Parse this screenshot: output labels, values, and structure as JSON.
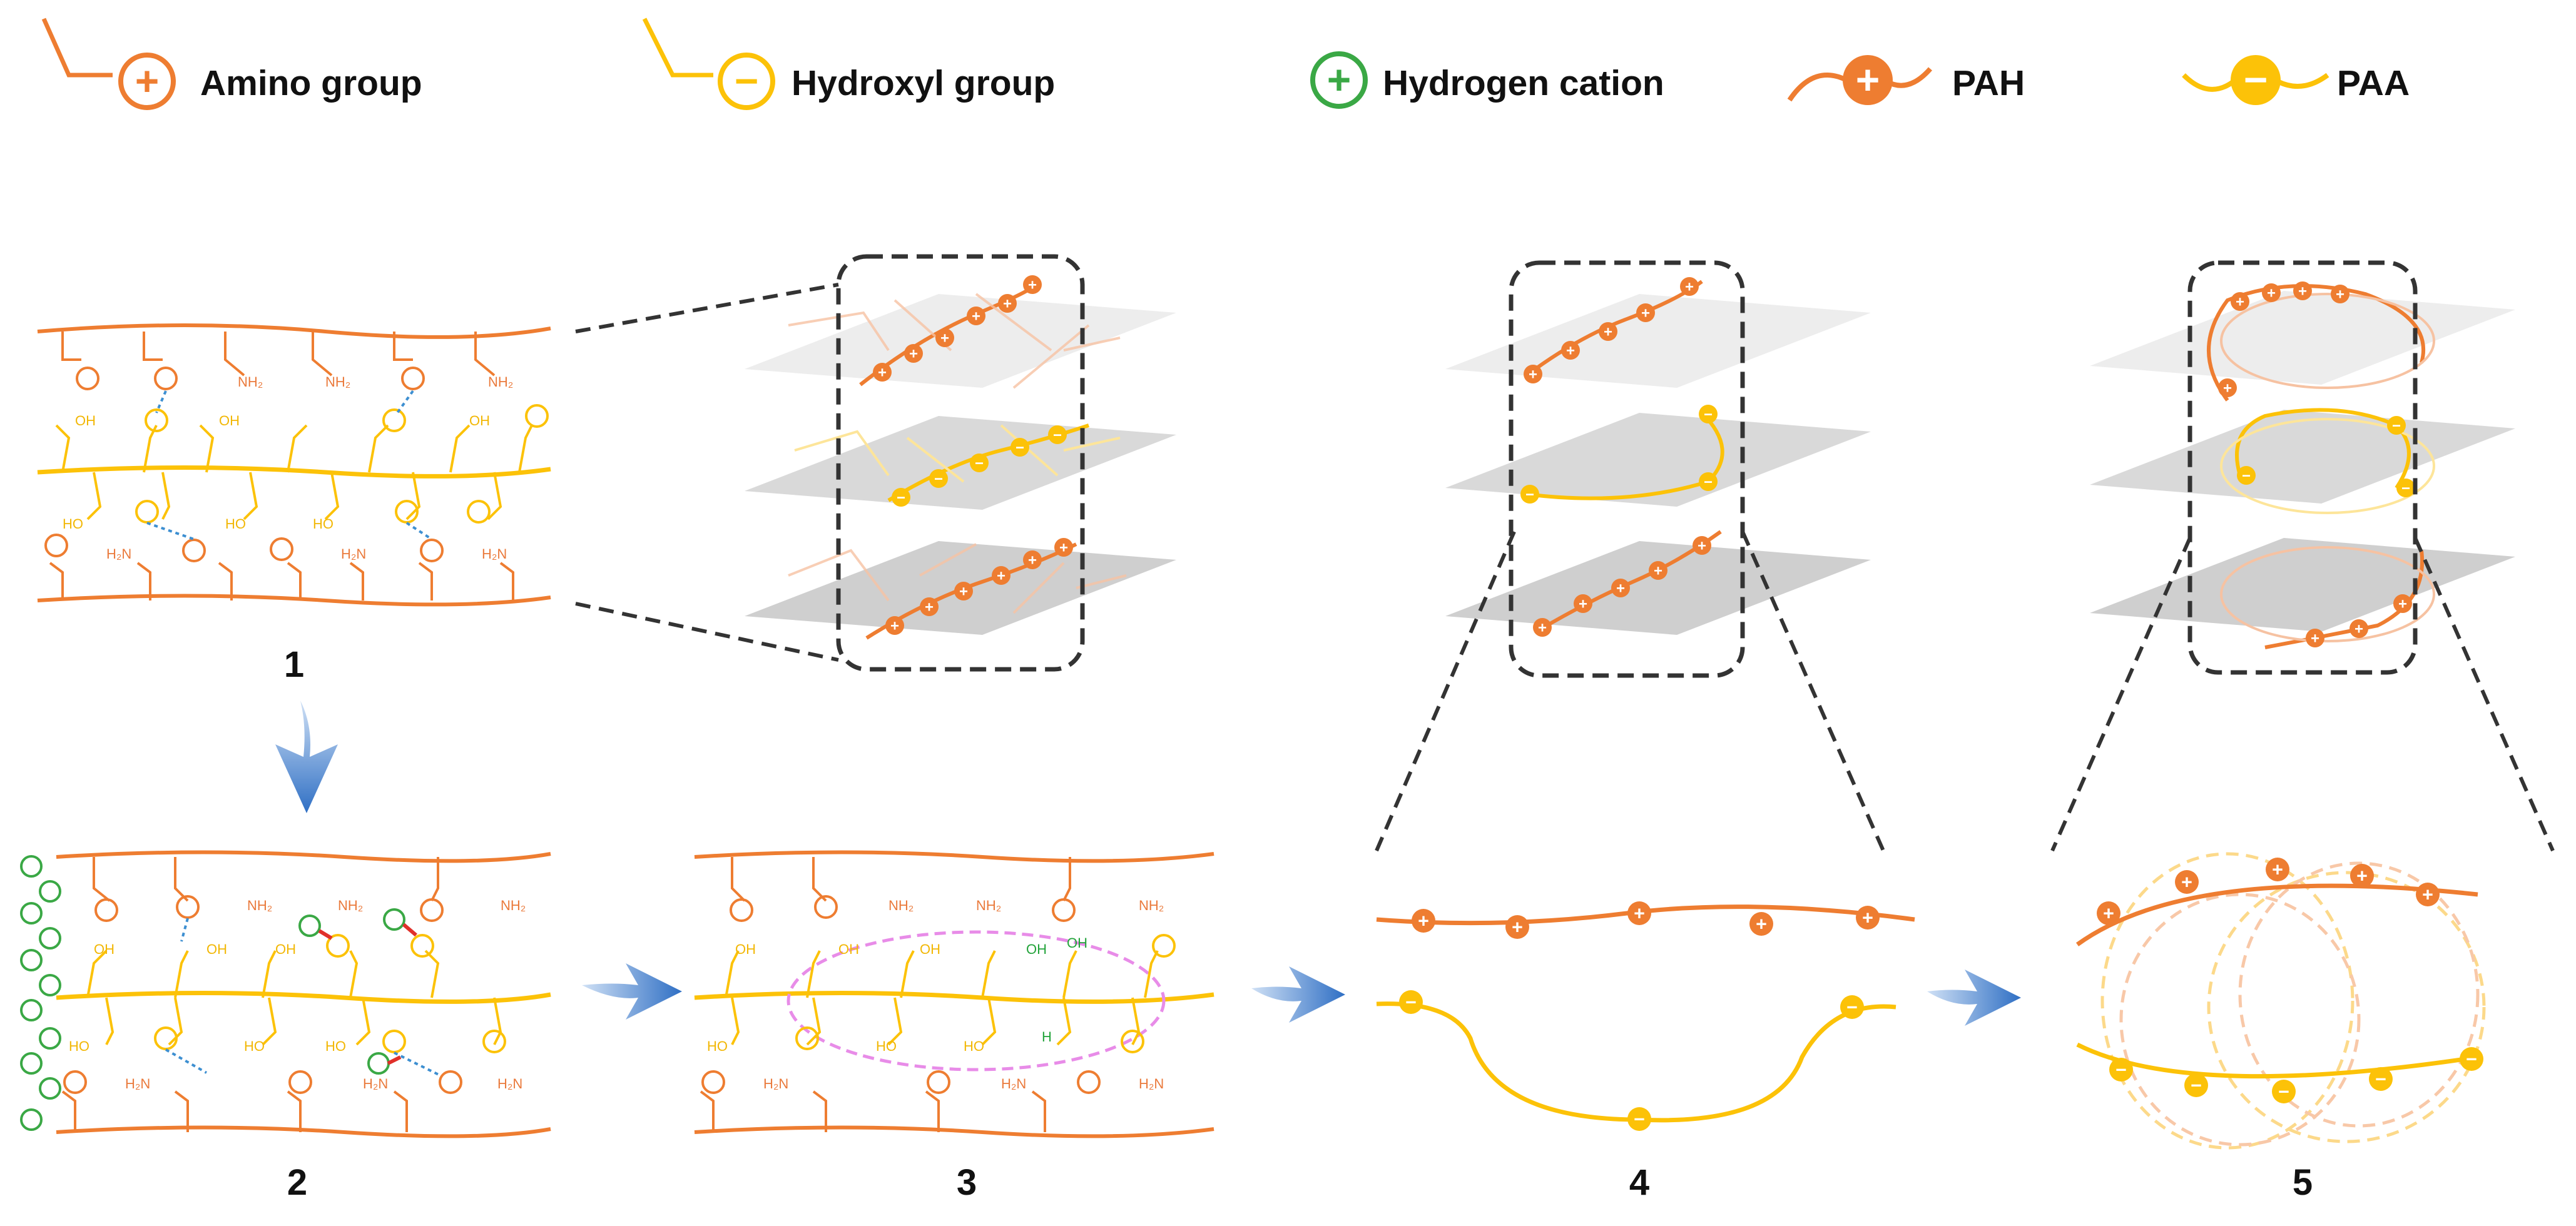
{
  "colors": {
    "amino": "#ee7d31",
    "hydroxyl": "#fcc208",
    "hydrogen": "#3aa845",
    "pah": "#ee7d31",
    "paa": "#fcc208",
    "arrow": "#3f7ecb",
    "plane": "#cfcfcf",
    "box": "#333333",
    "ellipse": "#e88ce8"
  },
  "legend": {
    "amino_label": "Amino group",
    "hydroxyl_label": "Hydroxyl group",
    "hydrogen_label": "Hydrogen cation",
    "pah_label": "PAH",
    "paa_label": "PAA"
  },
  "panels": {
    "p1": "1",
    "p2": "2",
    "p3": "3",
    "p4": "4",
    "p5": "5"
  },
  "chem_labels": {
    "nh2": "NH₂",
    "h2n": "H₂N",
    "oh": "OH",
    "ho": "HO",
    "green_h": "H"
  },
  "icons": {
    "plus": "+",
    "minus": "−"
  }
}
